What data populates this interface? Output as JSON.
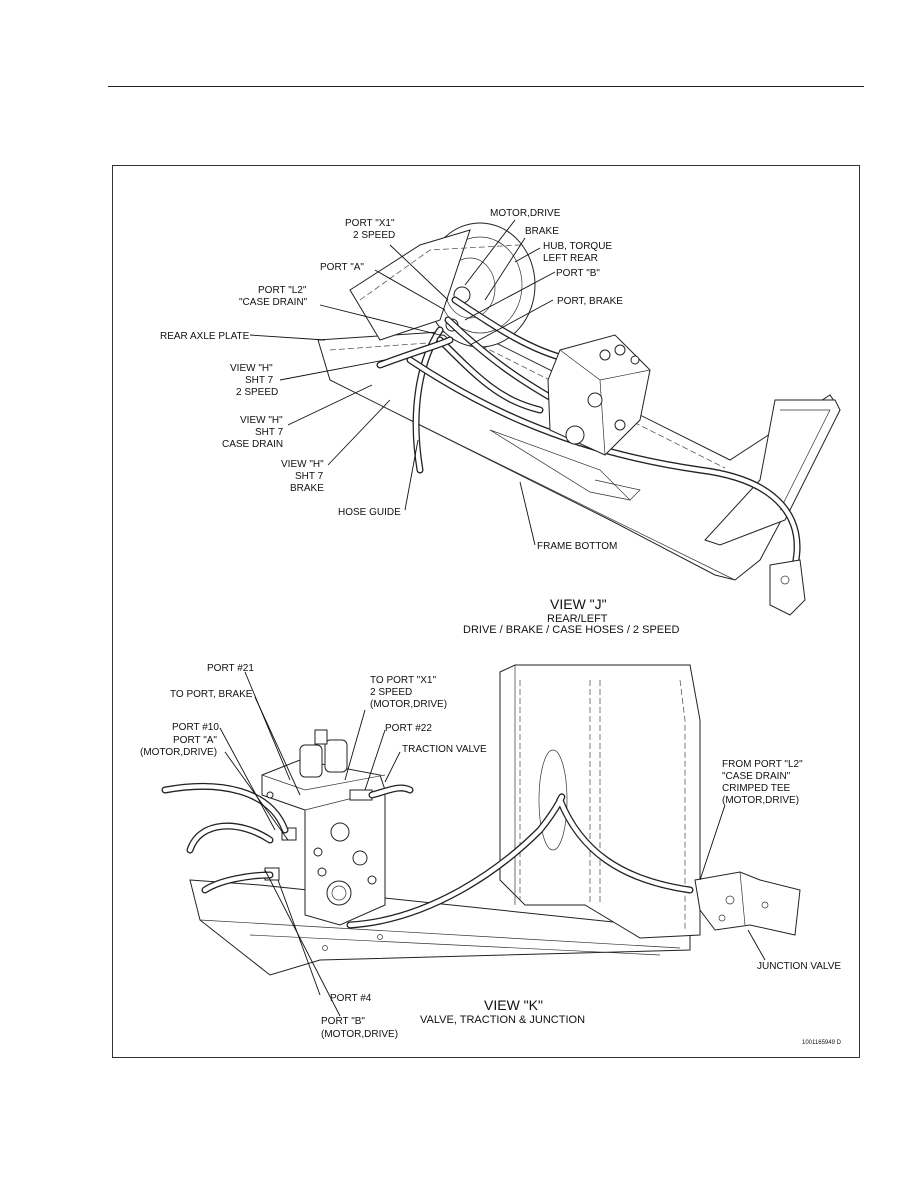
{
  "view_j": {
    "title": "VIEW \"J\"",
    "subtitle_1": "REAR/LEFT",
    "subtitle_2": "DRIVE / BRAKE / CASE HOSES / 2 SPEED",
    "labels": {
      "motor_drive": "MOTOR,DRIVE",
      "port_x1_1": "PORT \"X1\"",
      "port_x1_2": "2 SPEED",
      "brake": "BRAKE",
      "hub_1": "HUB, TORQUE",
      "hub_2": "LEFT REAR",
      "port_a": "PORT \"A\"",
      "port_b": "PORT \"B\"",
      "port_l2_1": "PORT \"L2\"",
      "port_l2_2": "\"CASE DRAIN\"",
      "port_brake": "PORT, BRAKE",
      "rear_axle_plate": "REAR AXLE PLATE",
      "view_h1_1": "VIEW \"H\"",
      "view_h1_2": "SHT 7",
      "view_h1_3": "2 SPEED",
      "view_h2_1": "VIEW \"H\"",
      "view_h2_2": "SHT 7",
      "view_h2_3": "CASE DRAIN",
      "view_h3_1": "VIEW \"H\"",
      "view_h3_2": "SHT 7",
      "view_h3_3": "BRAKE",
      "hose_guide": "HOSE GUIDE",
      "frame_bottom": "FRAME BOTTOM"
    }
  },
  "view_k": {
    "title": "VIEW \"K\"",
    "subtitle": "VALVE, TRACTION & JUNCTION",
    "labels": {
      "port_21": "PORT #21",
      "to_port_brake": "TO PORT, BRAKE",
      "to_port_x1_1": "TO PORT \"X1\"",
      "to_port_x1_2": "2 SPEED",
      "to_port_x1_3": "(MOTOR,DRIVE)",
      "port_10": "PORT #10",
      "port_a_1": "PORT \"A\"",
      "port_a_2": "(MOTOR,DRIVE)",
      "port_22": "PORT #22",
      "traction_valve": "TRACTION VALVE",
      "from_port_l2_1": "FROM PORT \"L2\"",
      "from_port_l2_2": "\"CASE DRAIN\"",
      "from_port_l2_3": "CRIMPED TEE",
      "from_port_l2_4": "(MOTOR,DRIVE)",
      "junction_valve": "JUNCTION VALVE",
      "port_4": "PORT #4",
      "port_b_1": "PORT \"B\"",
      "port_b_2": "(MOTOR,DRIVE)"
    }
  },
  "drawing_number": "1001165949 D"
}
